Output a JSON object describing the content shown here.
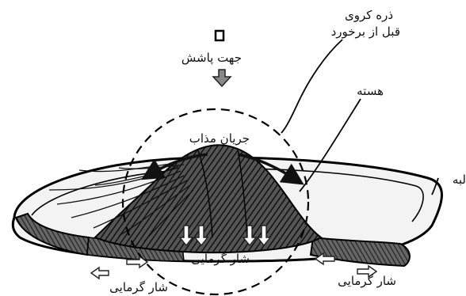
{
  "labels": {
    "particle_line1": "ذره کروی",
    "particle_line2": "قبل از برخورد",
    "spray_direction": "جهت پاشش",
    "core": "هسته",
    "melt_flow": "جریان مذاب",
    "rim": "لبه",
    "heat_flux_center": "شار گرمایی",
    "heat_flux_left": "شار گرمایی",
    "heat_flux_right": "شار گرمایی"
  },
  "icons": {
    "spray_source": "small-square-icon",
    "spray_arrow": "down-arrow-icon",
    "flow_arrows": "curved-arrow-icon",
    "heat_arrows": "white-arrow-icon"
  },
  "colors": {
    "ink": "#111111",
    "hatch": "#2a2a2a",
    "outline": "#000000",
    "background": "#ffffff"
  }
}
